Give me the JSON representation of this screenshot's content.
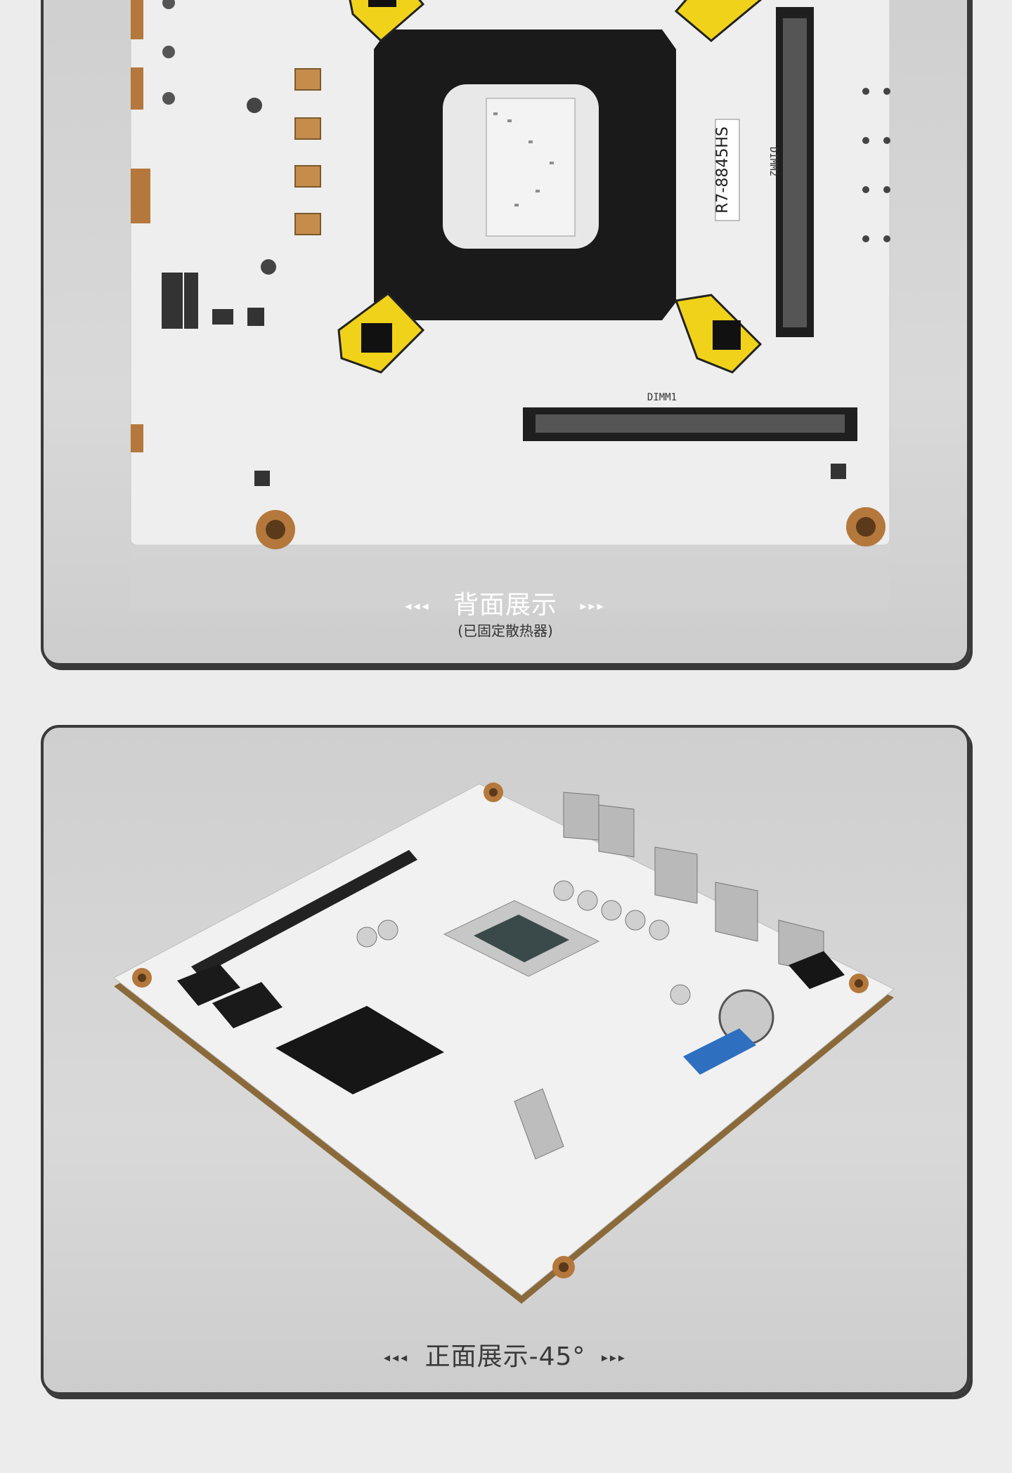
{
  "top_panel": {
    "caption": "背面展示",
    "subcaption": "(已固定散热器)",
    "arrows_left": "◂◂◂",
    "arrows_right": "▸▸▸",
    "board_labels": {
      "cpu_model": "R7-8845HS",
      "slot_1": "DIMM1",
      "slot_2": "DIMM2"
    }
  },
  "bottom_panel": {
    "caption": "正面展示-45°",
    "arrows_left": "◂◂◂",
    "arrows_right": "▸▸▸"
  },
  "colors": {
    "board": "#eeeeee",
    "heatsink": "#1a1a1a",
    "clip": "#f0d21a",
    "frame": "#3a3a3a",
    "copper": "#b5783c",
    "blue_header": "#2f6fc0"
  }
}
